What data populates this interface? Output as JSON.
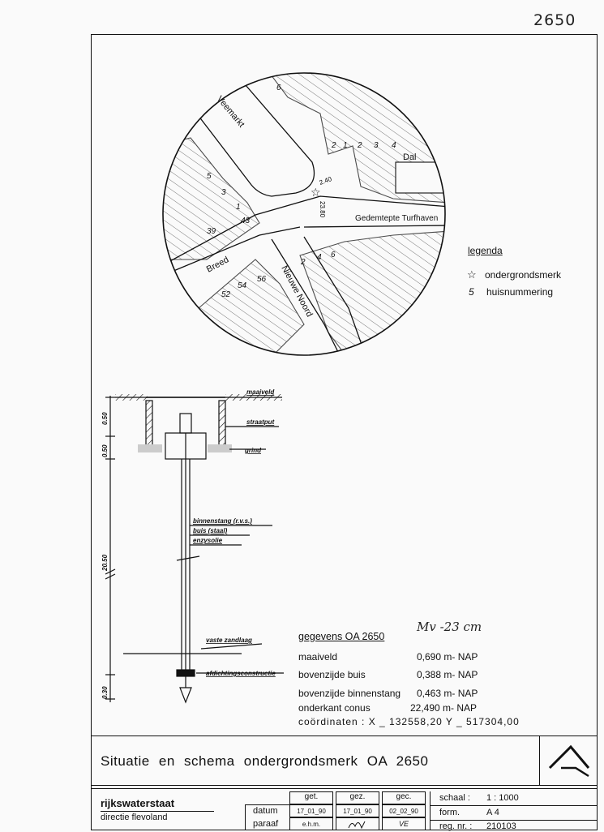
{
  "sheet_number": "2650",
  "map": {
    "streets": [
      "Veemarkt",
      "Dal",
      "Gedemtepte Turfhaven",
      "Breed",
      "Nieuwe Noord"
    ],
    "house_numbers": [
      "6",
      "2",
      "1",
      "2",
      "3",
      "4",
      "5",
      "3",
      "1",
      "43",
      "39",
      "2",
      "4",
      "6",
      "52",
      "54",
      "56"
    ],
    "marker_height": "2.40",
    "marker_distance": "23.80"
  },
  "legend": {
    "title": "legenda",
    "items": [
      {
        "symbol": "☆",
        "label": "ondergrondsmerk"
      },
      {
        "symbol": "5",
        "label": "huisnummering"
      }
    ]
  },
  "schema": {
    "labels": {
      "maaiveld": "maaiveld",
      "straatput": "straatput",
      "grind": "grind",
      "binnenstang": "binnenstang (r.v.s.)",
      "buis": "buis (staal)",
      "enzysolie": "enzysolie",
      "vaste_zandlaag": "vaste zandlaag",
      "afdichting": "afdichtingsconstructie"
    },
    "dimensions": [
      "0.50",
      "0.50",
      "20.50",
      "0.30"
    ]
  },
  "handwritten_note": "Mv  -23 cm",
  "gegevens": {
    "title": "gegevens OA 2650",
    "rows": [
      {
        "label": "maaiveld",
        "value": "0,690 m- NAP"
      },
      {
        "label": "bovenzijde buis",
        "value": "0,388 m- NAP"
      },
      {
        "label": "bovenzijde binnenstang",
        "value": "0,463 m- NAP"
      },
      {
        "label": "onderkant conus",
        "value": "22,490 m- NAP"
      }
    ],
    "coordinates": "coördinaten : X _ 132558,20   Y _ 517304,00"
  },
  "title": "Situatie en schema ondergrondsmerk OA 2650",
  "titleblock": {
    "org": "rijkswaterstaat",
    "dept": "directie flevoland",
    "row_labels": [
      "datum",
      "paraaf"
    ],
    "columns": [
      {
        "head": "get.",
        "date": "17_01_90",
        "paraaf": "e.h.m."
      },
      {
        "head": "gez.",
        "date": "17_01_90",
        "paraaf": ""
      },
      {
        "head": "gec.",
        "date": "02_02_90",
        "paraaf": "VE"
      }
    ],
    "schaal_label": "schaal :",
    "schaal": "1 : 1000",
    "form_label": "form.",
    "form": "A 4",
    "regnr_label": "reg. nr. :",
    "regnr": "210103"
  }
}
